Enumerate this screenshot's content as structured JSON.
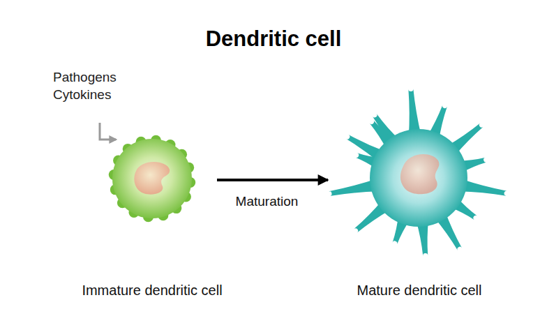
{
  "diagram": {
    "title": "Dendritic cell",
    "nodes": [
      {
        "text": [
          "Immature dendritic cell"
        ]
      },
      {
        "text": [
          "Mature dendritic cell"
        ]
      }
    ],
    "edges": [
      {
        "from": 0,
        "to": 1,
        "label": "Maturation",
        "arrow": "to"
      }
    ],
    "labels": [
      "Pathogens Cytokines"
    ]
  }
}
